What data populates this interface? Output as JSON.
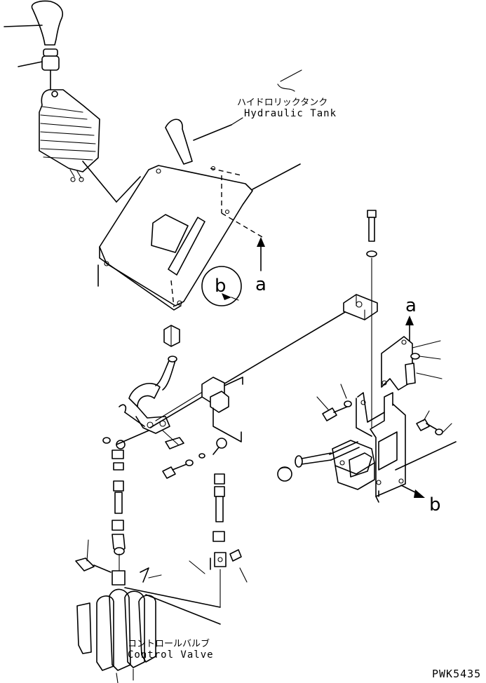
{
  "labels": {
    "hydraulic_tank_jp": "ハイドロリックタンク",
    "hydraulic_tank_en": "Hydraulic Tank",
    "control_valve_jp": "コントロールバルブ",
    "control_valve_en": "Control Valve",
    "ref_a": "a",
    "ref_b": "b",
    "drawing_code": "PWK5435"
  }
}
